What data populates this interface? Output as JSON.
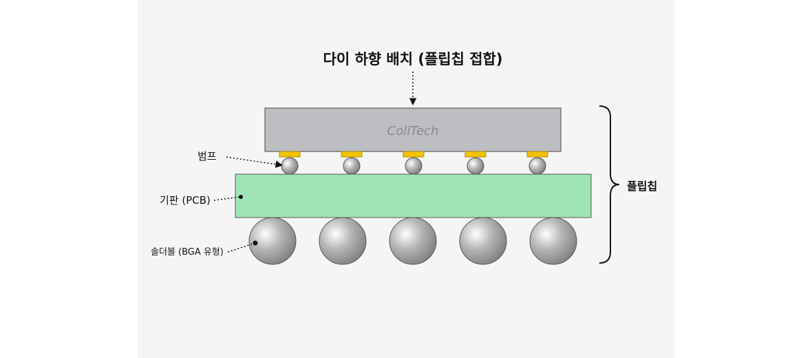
{
  "diagram": {
    "title": "다이 하향 배치 (플립칩 접합)",
    "die_label": "CollTech",
    "labels": {
      "bump": "범프",
      "substrate": "기판 (PCB)",
      "solder_ball": "솔더볼 (BGA 유형)",
      "flipchip": "플립칩"
    },
    "bump_count": 5,
    "solder_ball_count": 5,
    "colors": {
      "die": "#bdbec2",
      "pad": "#f2c300",
      "substrate": "#9fe3b5",
      "ball": "#8e8e8e",
      "text": "#111111",
      "die_text": "#8a8a8a"
    }
  }
}
